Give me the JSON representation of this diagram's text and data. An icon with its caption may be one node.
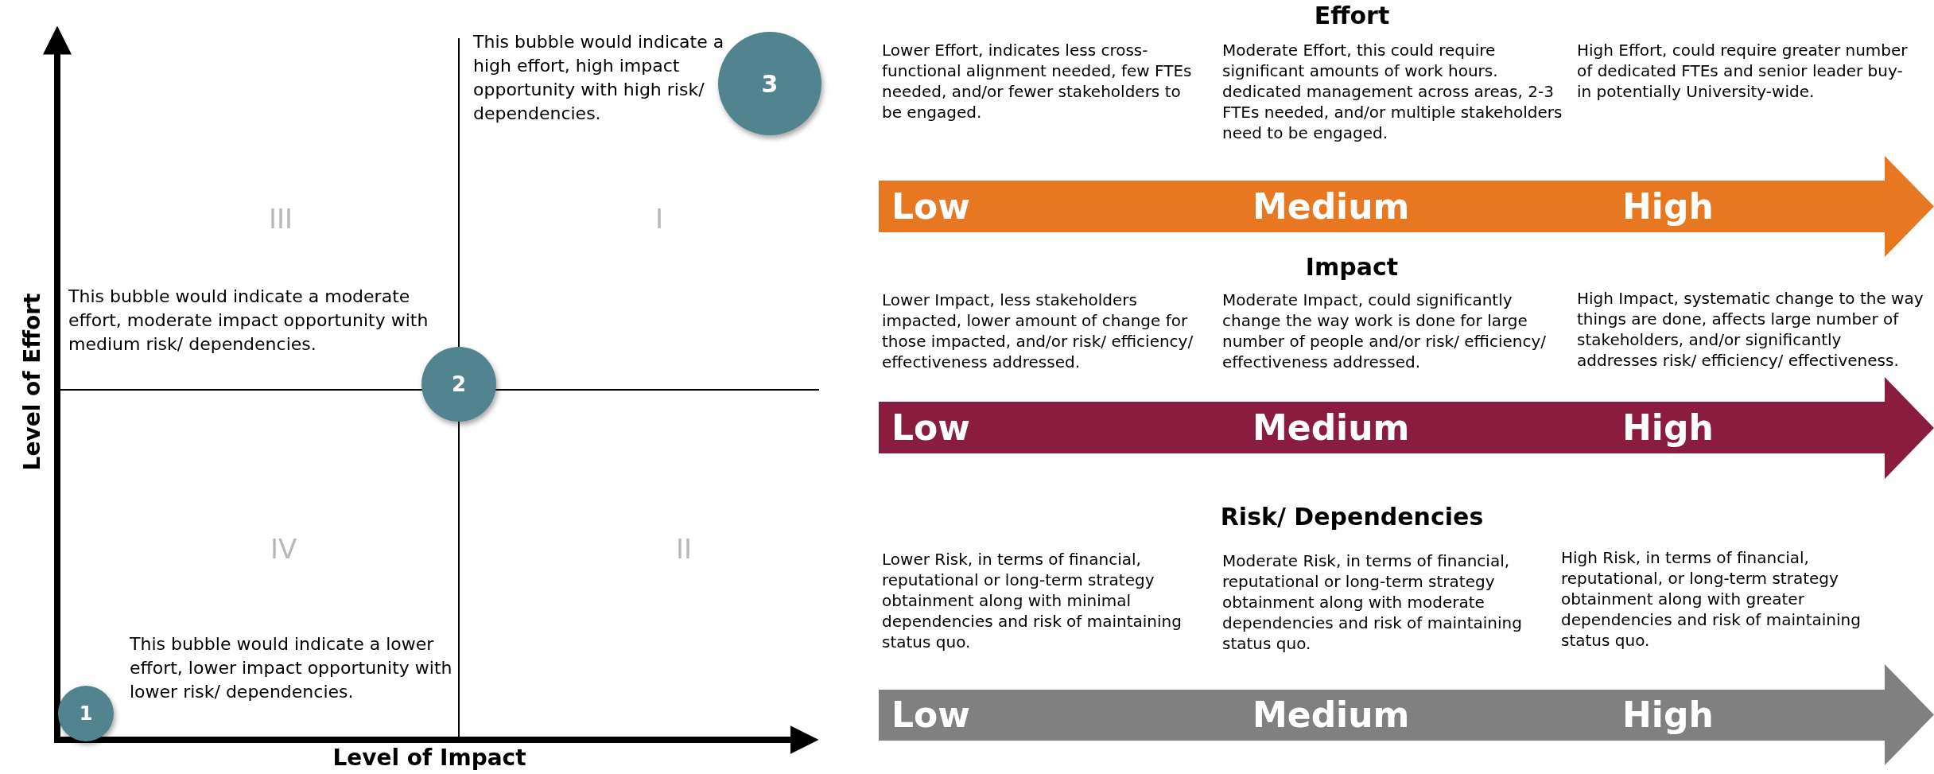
{
  "diagram": {
    "nodes": [
      {
        "text": [
          "3"
        ],
        "beside": [
          "This bubble would indicate a high effort, high impact opportunity with high risk/ dependencies."
        ]
      },
      {
        "text": [
          "2"
        ],
        "beside": [
          "This bubble would indicate a moderate effort, moderate impact opportunity with medium risk/ dependencies."
        ]
      },
      {
        "text": [
          "1"
        ],
        "beside": [
          "This bubble would indicate a lower effort, lower impact opportunity with lower risk/ dependencies."
        ]
      },
      {
        "text": [
          "Low",
          "Medium",
          "High"
        ]
      },
      {
        "text": [
          "Low",
          "Medium",
          "High"
        ]
      },
      {
        "text": [
          "Low",
          "Medium",
          "High"
        ]
      }
    ],
    "edges": [],
    "labels": [
      "Level of Effort",
      "III",
      "I",
      "IV",
      "II",
      "Level of Impact",
      "Effort",
      "Lower Effort, indicates less cross-functional alignment needed, few FTEs needed, and/or fewer stakeholders to be engaged.",
      "Moderate Effort, this could require significant amounts of work hours. dedicated  management across areas, 2-3 FTEs needed, and/or multiple stakeholders need to be engaged.",
      "High Effort, could require greater number of dedicated FTEs and senior leader buy-in potentially University-wide.",
      "Impact",
      "Lower Impact, less stakeholders impacted, lower amount of change for those impacted, and/or risk/ efficiency/ effectiveness addressed.",
      "Moderate Impact, could significantly change the way work is done for large number of people and/or risk/ efficiency/ effectiveness addressed.",
      "High Impact, systematic change to the way things are done, affects large number of stakeholders, and/or significantly addresses risk/ efficiency/ effectiveness.",
      "Risk/ Dependencies",
      "Lower Risk, in terms of financial, reputational or long-term strategy obtainment along with minimal dependencies and risk of maintaining status quo.",
      "Moderate Risk, in terms of financial, reputational or long-term strategy obtainment along with moderate dependencies and risk of maintaining status quo.",
      "High Risk, in terms of financial, reputational, or long-term strategy obtainment along with greater dependencies and risk of maintaining status quo."
    ]
  }
}
